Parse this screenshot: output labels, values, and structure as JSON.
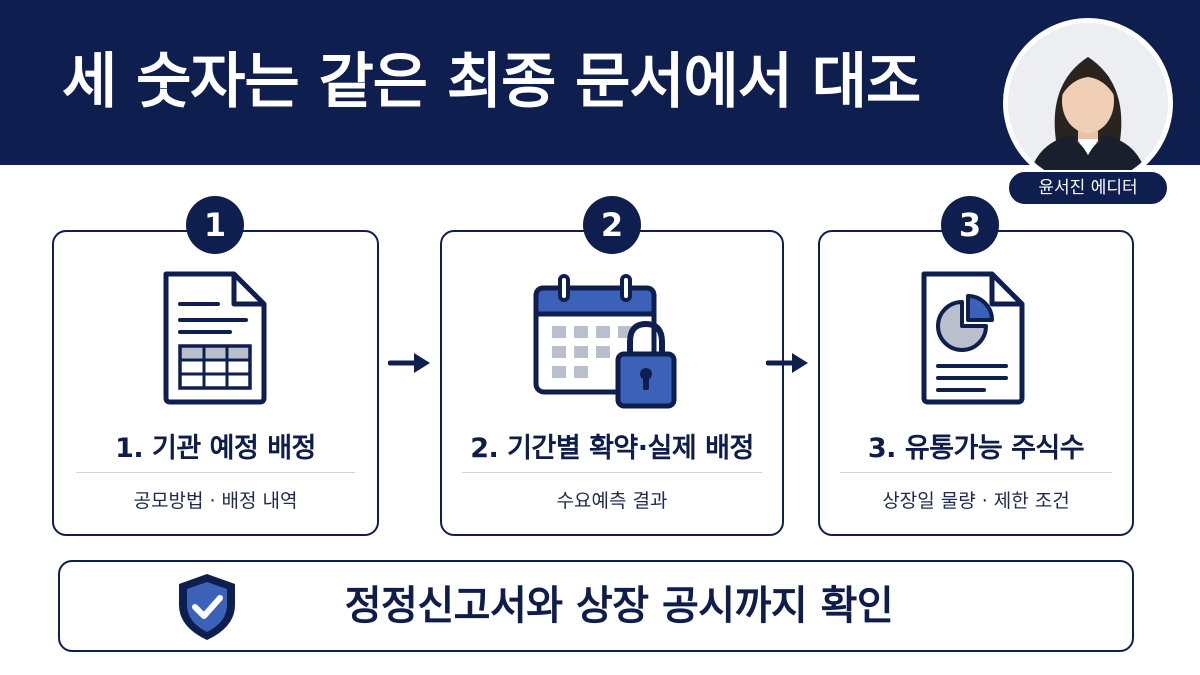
{
  "header": {
    "title": "세 숫자는 같은 최종 문서에서 대조",
    "editor_name": "윤서진 에디터"
  },
  "steps": [
    {
      "number": "1",
      "title": "1. 기관 예정 배정",
      "subtitle": "공모방법 · 배정 내역",
      "icon": "document-table-icon"
    },
    {
      "number": "2",
      "title": "2. 기간별 확약·실제 배정",
      "subtitle": "수요예측 결과",
      "icon": "calendar-lock-icon"
    },
    {
      "number": "3",
      "title": "3. 유통가능 주식수",
      "subtitle": "상장일 물량 · 제한 조건",
      "icon": "document-pie-icon"
    }
  ],
  "footer": {
    "text": "정정신고서와 상장 공시까지 확인",
    "icon": "shield-check-icon"
  },
  "colors": {
    "navy": "#0e1f4f",
    "accent_blue": "#3b62b8",
    "gray": "#b9bfcc"
  }
}
